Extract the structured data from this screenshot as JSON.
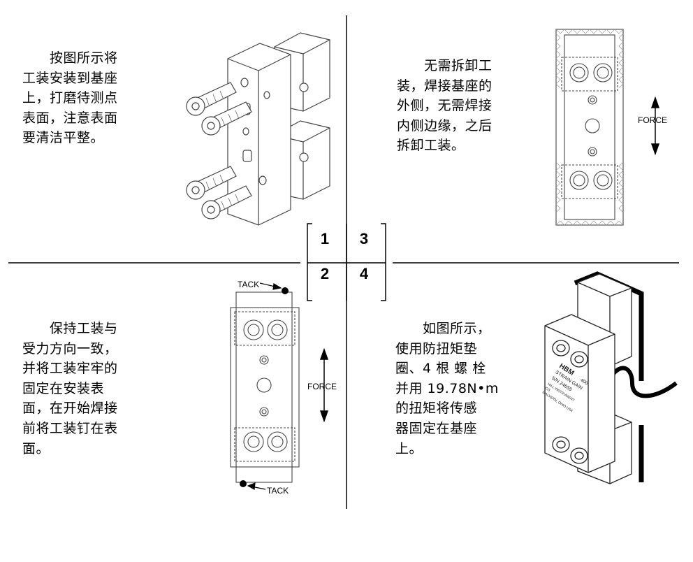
{
  "steps": [
    {
      "number": "1",
      "text": "　　按图所示将\n工装安装到基座\n上，打磨待测点\n表面，注意表面\n要清洁平整。"
    },
    {
      "number": "2",
      "text": "　　保持工装与\n受力方向一致，\n并将工装牢牢的\n固定在安装表\n面，在开始焊接\n前将工装钉在表\n面。"
    },
    {
      "number": "3",
      "text": "　　无需拆卸工\n装，焊接基座的\n外侧，无需焊接\n内侧边缘，之后\n拆卸工装。"
    },
    {
      "number": "4",
      "text": "　　如图所示，\n使用防扭矩垫\n圈、4 根 螺 栓\n并用 19.78N•m\n的扭矩将传感\n器固定在基座\n上。"
    }
  ],
  "labels": {
    "force_top": "FORCE",
    "force_bottom": "FORCE",
    "tack_top": "TACK",
    "tack_bottom": "TACK"
  },
  "gauge_label": {
    "brand": "HBM",
    "line1": "STRAIN GAIN",
    "line2": "S/N 24655",
    "line3": "HILL INSTRUMENT",
    "line4": "CO.",
    "line5": "MALVERN, OHIO USA",
    "model": "400"
  },
  "colors": {
    "ink": "#000000",
    "line": "#333333",
    "light": "#555555"
  }
}
